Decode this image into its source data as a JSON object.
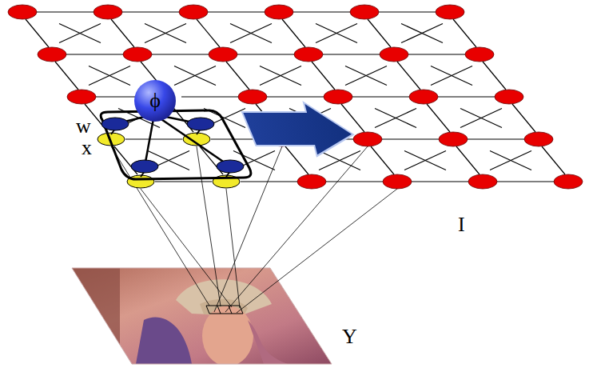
{
  "diagram": {
    "nodes": [
      {
        "text": [
          "ϕ"
        ]
      }
    ],
    "labels": [
      "w",
      "x",
      "I",
      "Y"
    ]
  }
}
